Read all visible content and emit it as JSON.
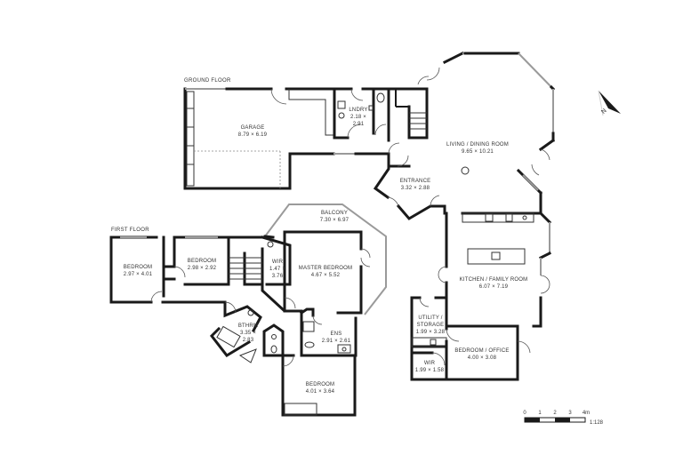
{
  "floors": {
    "ground": {
      "label": "GROUND FLOOR",
      "rooms": [
        {
          "name": "GARAGE",
          "dims": "8.79 × 6.19"
        },
        {
          "name": "LNDRY",
          "dims": "2.18 ×",
          "dims2": "2.91"
        },
        {
          "name": "LIVING / DINING ROOM",
          "dims": "9.65 × 10.21"
        },
        {
          "name": "ENTRANCE",
          "dims": "3.32 × 2.88"
        },
        {
          "name": "KITCHEN / FAMILY ROOM",
          "dims": "6.07 × 7.19"
        },
        {
          "name": "UTILITY /",
          "name2": "STORAGE",
          "dims": "1.99 × 3.28"
        },
        {
          "name": "BEDROOM / OFFICE",
          "dims": "4.00 × 3.08"
        },
        {
          "name": "WIR",
          "dims": "1.99 × 1.58"
        }
      ]
    },
    "first": {
      "label": "FIRST FLOOR",
      "rooms": [
        {
          "name": "BEDROOM",
          "dims": "2.97 × 4.01"
        },
        {
          "name": "BEDROOM",
          "dims": "2.98 × 2.92"
        },
        {
          "name": "BALCONY",
          "dims": "7.30 × 6.97"
        },
        {
          "name": "WIR",
          "dims": "1.47 ×",
          "dims2": "3.76"
        },
        {
          "name": "MASTER BEDROOM",
          "dims": "4.67 × 5.52"
        },
        {
          "name": "BTHRM",
          "dims": "3.35 ×",
          "dims2": "2.83"
        },
        {
          "name": "ENS",
          "dims": "2.91 × 2.61"
        },
        {
          "name": "BEDROOM",
          "dims": "4.01 × 3.64"
        }
      ]
    }
  },
  "scale_bar": {
    "ticks": [
      "0",
      "1",
      "2",
      "3",
      "4m"
    ],
    "ratio": "1:128"
  },
  "north_arrow": {
    "label": "N",
    "icon": "north-arrow-icon"
  }
}
